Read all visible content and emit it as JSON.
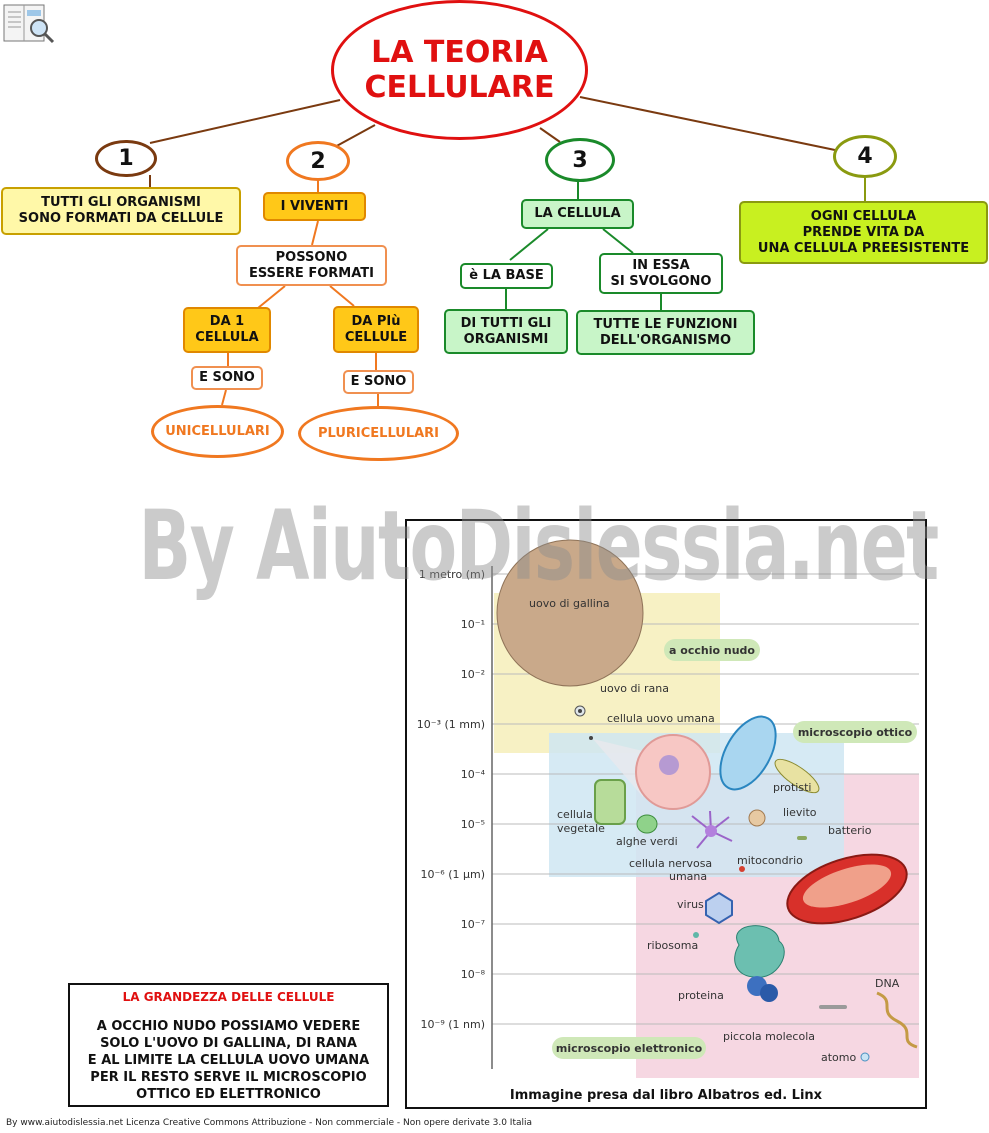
{
  "title": "LA TEORIA CELLULARE",
  "title_line1": "LA TEORIA",
  "title_line2": "CELLULARE",
  "branches": {
    "b1": {
      "number": "1",
      "text_line1": "TUTTI GLI ORGANISMI",
      "text_line2": "SONO FORMATI DA CELLULE",
      "color": "#7a3a10"
    },
    "b2": {
      "number": "2",
      "color": "#f07820",
      "viventi": "I VIVENTI",
      "possono_line1": "POSSONO",
      "possono_line2": "ESSERE FORMATI",
      "da1_line1": "DA 1",
      "da1_line2": "CELLULA",
      "dapiu_line1": "DA PIù",
      "dapiu_line2": "CELLULE",
      "esono_left": "E SONO",
      "esono_right": "E SONO",
      "unicellulari": "UNICELLULARI",
      "pluricellulari": "PLURICELLULARI"
    },
    "b3": {
      "number": "3",
      "color": "#1a8a2a",
      "cellula": "LA CELLULA",
      "base": "è LA BASE",
      "svolgono_line1": "IN ESSA",
      "svolgono_line2": "SI SVOLGONO",
      "organismi_line1": "DI TUTTI GLI",
      "organismi_line2": "ORGANISMI",
      "funzioni_line1": "TUTTE LE FUNZIONI",
      "funzioni_line2": "DELL'ORGANISMO"
    },
    "b4": {
      "number": "4",
      "text_line1": "OGNI CELLULA",
      "text_line2": "PRENDE VITA DA",
      "text_line3": "UNA CELLULA PREESISTENTE",
      "color": "#8a9a10"
    }
  },
  "watermark": "By AiutoDislessia.net",
  "info_box": {
    "heading": "LA GRANDEZZA DELLE CELLULE",
    "line1": "A OCCHIO NUDO POSSIAMO VEDERE",
    "line2": "SOLO L'UOVO DI GALLINA, DI RANA",
    "line3": "E AL LIMITE LA CELLULA UOVO UMANA",
    "line4": "PER IL RESTO SERVE IL MICROSCOPIO",
    "line5": "OTTICO ED ELETTRONICO"
  },
  "figure": {
    "caption": "Immagine presa dal libro Albatros ed. Linx",
    "scale_ticks": [
      "1 metro (m)",
      "10⁻¹",
      "10⁻²",
      "10⁻³ (1 mm)",
      "10⁻⁴",
      "10⁻⁵",
      "10⁻⁶ (1 µm)",
      "10⁻⁷",
      "10⁻⁸",
      "10⁻⁹ (1 nm)"
    ],
    "zones": {
      "naked_eye": "a occhio nudo",
      "optical": "microscopio ottico",
      "electron": "microscopio elettronico"
    },
    "labels": {
      "uovo_gallina": "uovo di gallina",
      "uovo_rana": "uovo di rana",
      "cellula_uovo_umana": "cellula uovo umana",
      "protisti": "protisti",
      "lievito": "lievito",
      "batterio": "batterio",
      "cellula_vegetale_1": "cellula",
      "cellula_vegetale_2": "vegetale",
      "alghe_verdi": "alghe verdi",
      "nervosa_1": "cellula nervosa",
      "nervosa_2": "umana",
      "mitocondrio": "mitocondrio",
      "virus": "virus",
      "ribosoma": "ribosoma",
      "proteina": "proteina",
      "dna": "DNA",
      "piccola_molecola": "piccola molecola",
      "atomo": "atomo"
    },
    "colors": {
      "naked_eye": "#f7f1c4",
      "optical": "#cfe6f2",
      "electron": "#f6d7e2",
      "zone_pill": "#cfe8b8"
    }
  },
  "footer": "By www.aiutodislessia.net Licenza Creative Commons Attribuzione - Non commerciale - Non opere derivate 3.0 Italia"
}
